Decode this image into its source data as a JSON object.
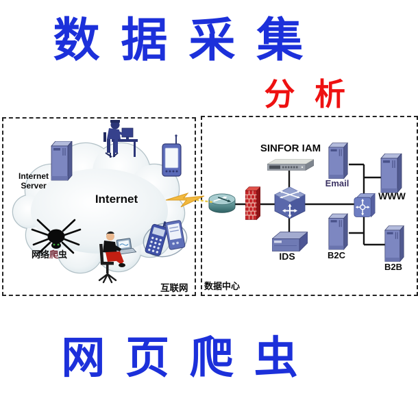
{
  "titles": {
    "main": "数 据 采 集",
    "sub": "分 析",
    "bottom": "网 页 爬 虫"
  },
  "colors": {
    "title_blue": "#1c30da",
    "title_red": "#ee1111",
    "line_black": "#141414",
    "server_front": "#7d87c1",
    "firewall_red": "#c4262a",
    "router_teal": "#67a3a6",
    "cloud_edge": "#b2c1c7",
    "lightning_yellow": "#f2b93f",
    "email_label": "#3a3162",
    "crawler_mid_red": "#7a2a38"
  },
  "internet_panel": {
    "corner_label": "互联网",
    "cloud_label": "Internet",
    "server_label": "Internet Server",
    "crawler_label_prefix": "网络",
    "crawler_label_mid": "爬",
    "crawler_label_tail": "虫",
    "icons": [
      "internet-server-tower-icon",
      "hacker-workstation-icon",
      "pda-icon",
      "spider-crawler-icon",
      "user-laptop-icon",
      "mobile-phones-icon",
      "internet-cloud-icon",
      "lightning-link-icon"
    ]
  },
  "datacenter_panel": {
    "corner_label": "数据中心",
    "appliance_label": "SINFOR IAM",
    "ids_label": "IDS",
    "email_label": "Email",
    "www_label": "WWW",
    "b2c_label": "B2C",
    "b2b_label": "B2B",
    "icons": [
      "router-icon",
      "firewall-icon",
      "core-switch-icon",
      "access-switch-icon",
      "rack-appliance-icon",
      "ids-appliance-icon",
      "server-tower-icon"
    ]
  }
}
